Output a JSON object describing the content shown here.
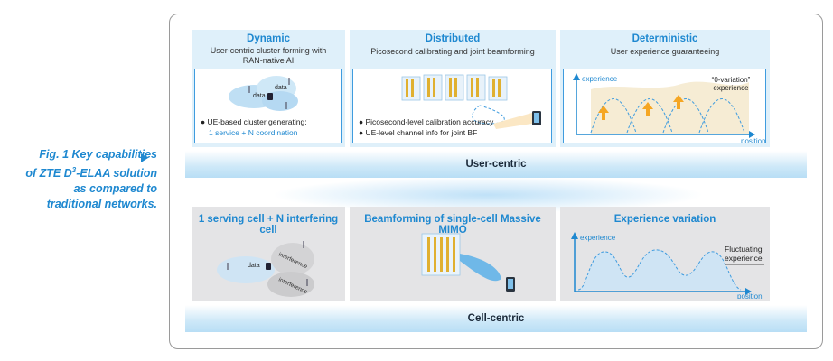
{
  "caption": {
    "line1": "Fig. 1 Key capabilities",
    "line2_pre": "of ZTE D",
    "line2_sup": "3",
    "line2_post": "-ELAA solution",
    "line3": "as compared to",
    "line4": "traditional networks."
  },
  "top": {
    "band_label": "User-centric",
    "dynamic": {
      "title": "Dynamic",
      "sub1": "User-centric cluster forming with",
      "sub2": "RAN-native AI",
      "label_data1": "data",
      "label_data2": "data",
      "bullet1": "UE-based cluster generating:",
      "bullet1_cont": "1 service + N coordination"
    },
    "distributed": {
      "title": "Distributed",
      "sub": "Picosecond calibrating and joint beamforming",
      "bullet1": "Picosecond-level calibration accuracy",
      "bullet2": "UE-level channel info for joint BF"
    },
    "deterministic": {
      "title": "Deterministic",
      "sub": "User experience guaranteeing",
      "axis_y": "experience",
      "axis_x": "position",
      "note1": "“0-variation”",
      "note2": "experience"
    }
  },
  "bottom": {
    "band_label": "Cell-centric",
    "cell": {
      "title": "1 serving cell + N interfering cell",
      "label_data": "data",
      "label_int1": "interference",
      "label_int2": "interference"
    },
    "mimo": {
      "title": "Beamforming of single-cell Massive MIMO"
    },
    "variation": {
      "title": "Experience variation",
      "axis_y": "experience",
      "axis_x": "position",
      "note1": "Fluctuating",
      "note2": "experience"
    }
  },
  "colors": {
    "accent": "#1e88d0",
    "arrow_orange": "#f5a623",
    "antenna_gold": "#e0b030"
  }
}
